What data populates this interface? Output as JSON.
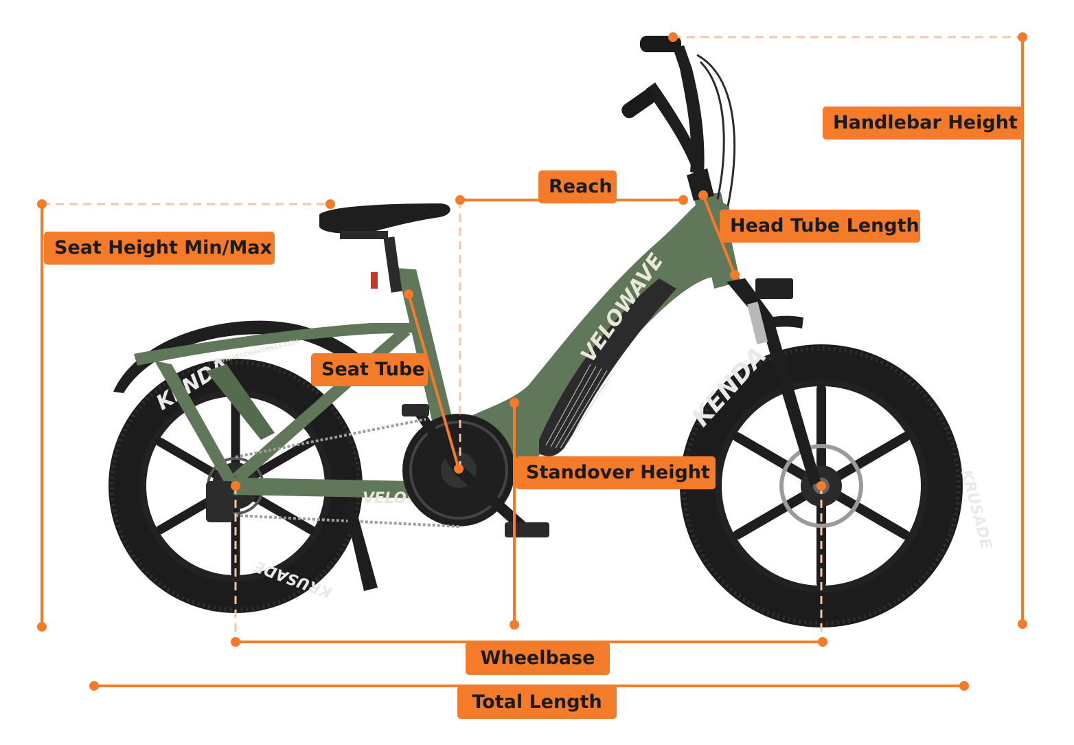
{
  "colors": {
    "accent": "#f47b2a",
    "frame": "#61775a",
    "tire": "#1c1c1c",
    "label_text": "#1b1b1b"
  },
  "labels": {
    "handlebar_height": "Handlebar Height",
    "reach": "Reach",
    "head_tube_length": "Head Tube Length",
    "seat_height": "Seat Height Min/Max",
    "seat_tube": "Seat Tube",
    "standover_height": "Standover Height",
    "wheelbase": "Wheelbase",
    "total_length": "Total Length"
  },
  "bike": {
    "brand_downtube": "VELOWAVE",
    "brand_chainstay": "VELOWAVE",
    "website": "WWW.VELOWAVEBIKES.COM",
    "tire_brand_front": "KENDA",
    "tire_brand_rear": "KENDA",
    "tire_model": "KRUSADE",
    "tire_model_front": "KRUSADE"
  },
  "icons": {
    "bike": "electric-bike-illustration"
  }
}
